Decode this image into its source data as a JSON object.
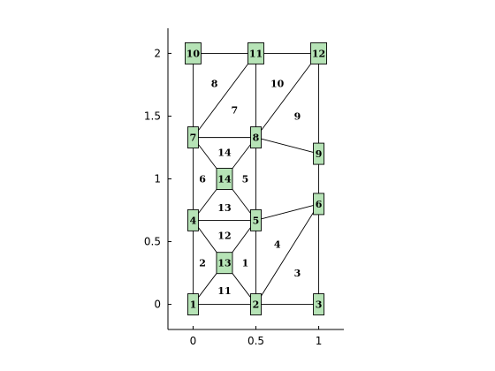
{
  "chart_data": {
    "type": "scatter",
    "xlim": [
      -0.2,
      1.2
    ],
    "ylim": [
      -0.2,
      2.2
    ],
    "xticks": [
      0,
      0.5,
      1
    ],
    "xtick_labels": [
      "0",
      "0.5",
      "1"
    ],
    "yticks": [
      0,
      0.5,
      1,
      1.5,
      2
    ],
    "ytick_labels": [
      "0",
      "0.5",
      "1",
      "1.5",
      "2"
    ],
    "grid": false,
    "nodes": [
      {
        "id": "1",
        "x": 0,
        "y": 0
      },
      {
        "id": "2",
        "x": 0.5,
        "y": 0
      },
      {
        "id": "3",
        "x": 1,
        "y": 0
      },
      {
        "id": "4",
        "x": 0,
        "y": 0.67
      },
      {
        "id": "5",
        "x": 0.5,
        "y": 0.67
      },
      {
        "id": "6",
        "x": 1,
        "y": 0.8
      },
      {
        "id": "7",
        "x": 0,
        "y": 1.33
      },
      {
        "id": "8",
        "x": 0.5,
        "y": 1.33
      },
      {
        "id": "9",
        "x": 1,
        "y": 1.2
      },
      {
        "id": "10",
        "x": 0,
        "y": 2
      },
      {
        "id": "11",
        "x": 0.5,
        "y": 2
      },
      {
        "id": "12",
        "x": 1,
        "y": 2
      },
      {
        "id": "13",
        "x": 0.25,
        "y": 0.33
      },
      {
        "id": "14",
        "x": 0.25,
        "y": 1
      }
    ],
    "edges": [
      [
        "1",
        "2"
      ],
      [
        "2",
        "3"
      ],
      [
        "1",
        "4"
      ],
      [
        "2",
        "5"
      ],
      [
        "3",
        "6"
      ],
      [
        "4",
        "5"
      ],
      [
        "5",
        "6"
      ],
      [
        "2",
        "6"
      ],
      [
        "4",
        "7"
      ],
      [
        "5",
        "8"
      ],
      [
        "6",
        "9"
      ],
      [
        "7",
        "8"
      ],
      [
        "8",
        "9"
      ],
      [
        "7",
        "10"
      ],
      [
        "8",
        "11"
      ],
      [
        "9",
        "12"
      ],
      [
        "10",
        "11"
      ],
      [
        "11",
        "12"
      ],
      [
        "7",
        "11"
      ],
      [
        "8",
        "12"
      ],
      [
        "1",
        "13"
      ],
      [
        "2",
        "13"
      ],
      [
        "4",
        "13"
      ],
      [
        "5",
        "13"
      ],
      [
        "4",
        "14"
      ],
      [
        "5",
        "14"
      ],
      [
        "7",
        "14"
      ],
      [
        "8",
        "14"
      ]
    ],
    "elements": [
      {
        "label": "1",
        "x": 0.415,
        "y": 0.33
      },
      {
        "label": "2",
        "x": 0.075,
        "y": 0.33
      },
      {
        "label": "3",
        "x": 0.83,
        "y": 0.25
      },
      {
        "label": "4",
        "x": 0.67,
        "y": 0.48
      },
      {
        "label": "5",
        "x": 0.415,
        "y": 1.0
      },
      {
        "label": "6",
        "x": 0.075,
        "y": 1.0
      },
      {
        "label": "7",
        "x": 0.33,
        "y": 1.55
      },
      {
        "label": "8",
        "x": 0.17,
        "y": 1.76
      },
      {
        "label": "9",
        "x": 0.83,
        "y": 1.5
      },
      {
        "label": "10",
        "x": 0.67,
        "y": 1.76
      },
      {
        "label": "11",
        "x": 0.25,
        "y": 0.11
      },
      {
        "label": "12",
        "x": 0.25,
        "y": 0.55
      },
      {
        "label": "13",
        "x": 0.25,
        "y": 0.77
      },
      {
        "label": "14",
        "x": 0.25,
        "y": 1.21
      }
    ]
  }
}
